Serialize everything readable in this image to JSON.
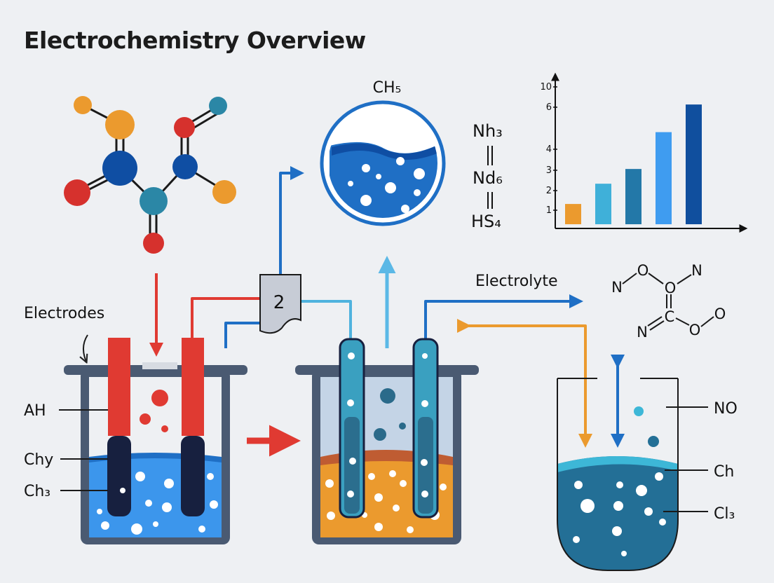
{
  "title": "Electrochemistry Overview",
  "labels": {
    "electrodes": "Electrodes",
    "electrolyte": "Electrolyte",
    "ah": "AH",
    "chy": "Chy",
    "ch3_left": "Ch₃",
    "ch5": "CH₅",
    "nh3": "Nh₃",
    "nd6": "Nd₆",
    "hs4": "HS₄",
    "box_number": "2",
    "no": "NO",
    "ch_right": "Ch",
    "cl3": "Cl₃"
  },
  "molecule_atoms": {
    "o_top": "O",
    "n_left": "N",
    "n_right": "N",
    "o_center": "O",
    "n_bottom": "N",
    "c": "C",
    "o_a": "O",
    "o_b": "O"
  },
  "colors": {
    "blue_dark": "#0f4ea3",
    "blue": "#1f77d0",
    "blue_light": "#4aa6ef",
    "red": "#e03a32",
    "orange": "#eb9a2e",
    "teal": "#2b87a6",
    "navy": "#17203f",
    "beaker_frame": "#4a5a72"
  },
  "chart_data": {
    "type": "bar",
    "categories": [
      "",
      "",
      "",
      "",
      ""
    ],
    "values": [
      1.1,
      2.2,
      3.0,
      5.0,
      6.5
    ],
    "yticks": [
      "1",
      "2",
      "3",
      "4",
      "6",
      "10"
    ],
    "colors": [
      "#eb9a2e",
      "#3fb0d9",
      "#2378a8",
      "#3f9cf0",
      "#104f9e"
    ],
    "xlabel": "",
    "ylabel": "",
    "ylim": [
      0,
      7
    ],
    "grid": false
  }
}
